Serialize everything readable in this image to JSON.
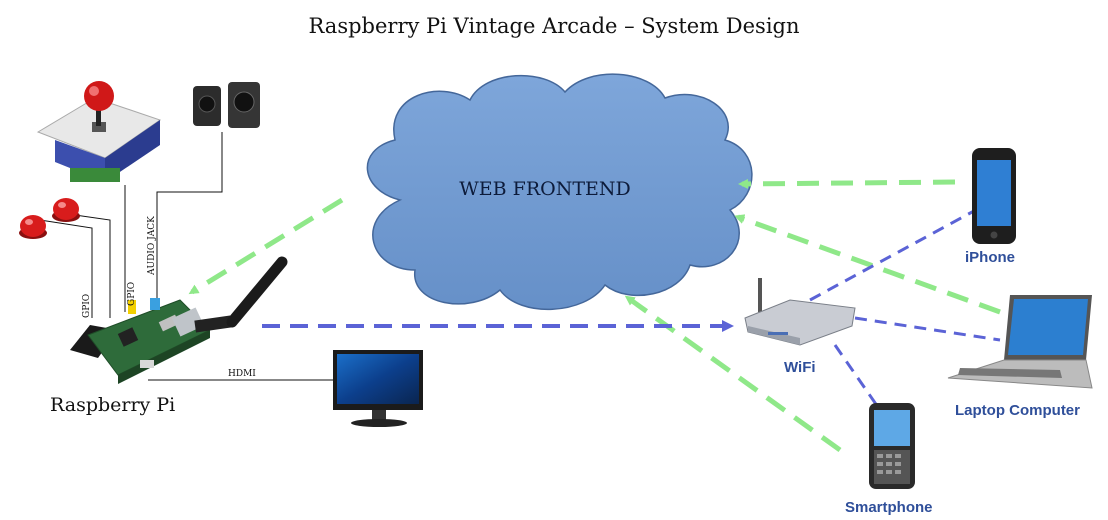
{
  "title": "Raspberry Pi Vintage Arcade – System Design",
  "cloud": {
    "label": "WEB FRONTEND"
  },
  "devices": {
    "raspberry_pi": "Raspberry Pi",
    "wifi": "WiFi",
    "iphone": "iPhone",
    "laptop": "Laptop Computer",
    "smartphone": "Smartphone"
  },
  "connectors": {
    "gpio_1": "GPIO",
    "gpio_2": "GPIO",
    "audio_jack": "AUDIO JACK",
    "hdmi": "HDMI"
  },
  "colors": {
    "cloud_fill": "#6f9bd1",
    "cloud_stroke": "#44679a",
    "green_link": "#8fe889",
    "blue_link": "#5b63d6",
    "label_blue": "#2f4f9a"
  }
}
